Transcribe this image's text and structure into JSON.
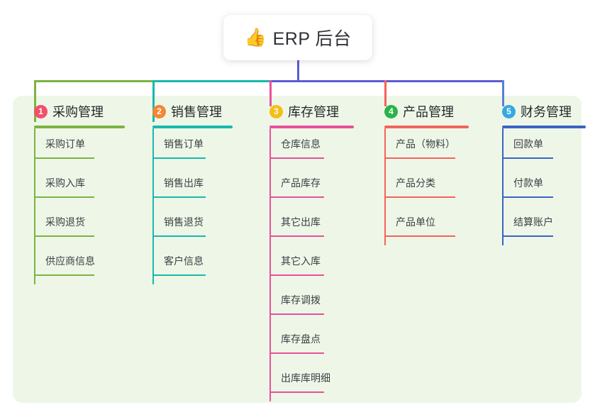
{
  "root": {
    "icon": "thumbs-up-icon",
    "icon_glyph": "👍",
    "title": "ERP 后台"
  },
  "panel": {
    "background": "#eef7e7"
  },
  "connectors": {
    "trunk_color": "#5b5bd6",
    "bus_segments": [
      {
        "from": "col1",
        "to": "col2",
        "color": "#7cb342"
      },
      {
        "from": "col2",
        "to": "col3",
        "color": "#18b8ad"
      },
      {
        "from": "col3",
        "to": "col5",
        "color": "#5b5bd6"
      }
    ],
    "stub_colors": [
      "#7cb342",
      "#18b8ad",
      "#e8509c",
      "#f4635c",
      "#5b7fd4"
    ]
  },
  "columns": [
    {
      "index": "1",
      "title": "采购管理",
      "badge_color": "#f2506a",
      "accent": "#7cb342",
      "rule_width": 128,
      "item_rule_width": 85,
      "items": [
        "采购订单",
        "采购入库",
        "采购退货",
        "供应商信息"
      ]
    },
    {
      "index": "2",
      "title": "销售管理",
      "badge_color": "#f58634",
      "accent": "#18b8ad",
      "rule_width": 113,
      "item_rule_width": 75,
      "items": [
        "销售订单",
        "销售出库",
        "销售退货",
        "客户信息"
      ]
    },
    {
      "index": "3",
      "title": "库存管理",
      "badge_color": "#f5bf18",
      "accent": "#e8509c",
      "rule_width": 119,
      "item_rule_width": 77,
      "items": [
        "仓库信息",
        "产品库存",
        "其它出库",
        "其它入库",
        "库存调拨",
        "库存盘点",
        "出库库明细"
      ]
    },
    {
      "index": "4",
      "title": "产品管理",
      "badge_color": "#2bb34a",
      "accent": "#f4635c",
      "rule_width": 119,
      "item_rule_width": 100,
      "items": [
        "产品（物料）",
        "产品分类",
        "产品单位"
      ]
    },
    {
      "index": "5",
      "title": "财务管理",
      "badge_color": "#36a9e1",
      "accent": "#3b63c4",
      "rule_width": 118,
      "item_rule_width": 72,
      "items": [
        "回款单",
        "付款单",
        "结算账户"
      ]
    }
  ]
}
